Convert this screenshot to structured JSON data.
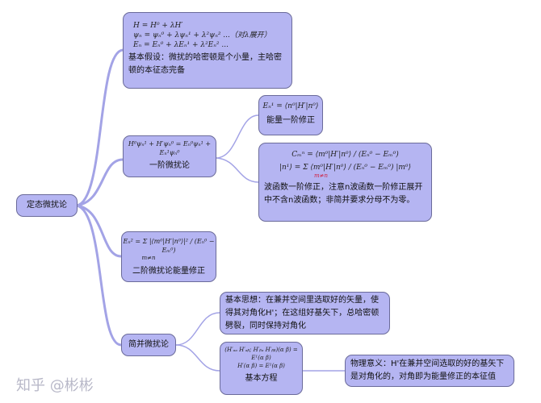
{
  "root": {
    "label": "定态微扰论"
  },
  "basic": {
    "formulas": [
      "H = H⁰ + λH′",
      "ψₙ = ψₙ⁰ + λψₙ¹ + λ²ψₙ² ...（对λ展开）",
      "Eₙ = Eₙ⁰ + λEₙ¹ + λ²Eₙ² ..."
    ],
    "text": "基本假设：微扰的哈密顿是个小量，主哈密顿的本征态完备"
  },
  "first": {
    "formula": "H⁰ψₙ¹ + H′ψₙ⁰ = Eₙ⁰ψₙ¹ + Eₙ¹ψₙ⁰",
    "label": "一阶微扰论",
    "energy": {
      "formula": "Eₙ¹ = ⟨n⁰|H′|n⁰⟩",
      "label": "能量一阶修正"
    },
    "wave": {
      "formula1": "Cₘⁿ = ⟨m⁰|H′|n⁰⟩ / (Eₙ⁰ − Eₘ⁰)",
      "formula2": "|n¹⟩ = Σ ⟨m⁰|H′|n⁰⟩ / (Eₙ⁰ − Eₘ⁰) |m⁰⟩",
      "sum_note": "m≠n",
      "text": "波函数一阶修正，注意n波函数一阶修正展开中不含n波函数；非简并要求分母不为零。"
    }
  },
  "second": {
    "formula": "Eₙ² = Σ |⟨m⁰|H′|n⁰⟩|² / (Eₙ⁰ − Eₘ⁰)",
    "sum_note": "m≠n",
    "label": "二阶微扰论能量修正"
  },
  "degenerate": {
    "label": "简并微扰论",
    "idea": {
      "text": "基本思想：在兼并空间里选取好的矢量，使得其对角化H'；在这组好基矢下，总哈密顿劈裂，同时保持对角化"
    },
    "equation": {
      "formula1": "(H′ₐₐ H′ₐᵦ; H′ᵦₐ H′ᵦᵦ)(α β) = E¹(α β)",
      "formula2": "H′(α β) = E¹(α β)",
      "label": "基本方程",
      "meaning": {
        "text": "物理意义：H'在兼并空间选取的好的基矢下是对角化的，对角即为能量修正的本征值"
      }
    }
  },
  "watermark": "知乎 @彬彬",
  "colors": {
    "node": "#b5b5f2",
    "connector": "#a3a3e6"
  }
}
